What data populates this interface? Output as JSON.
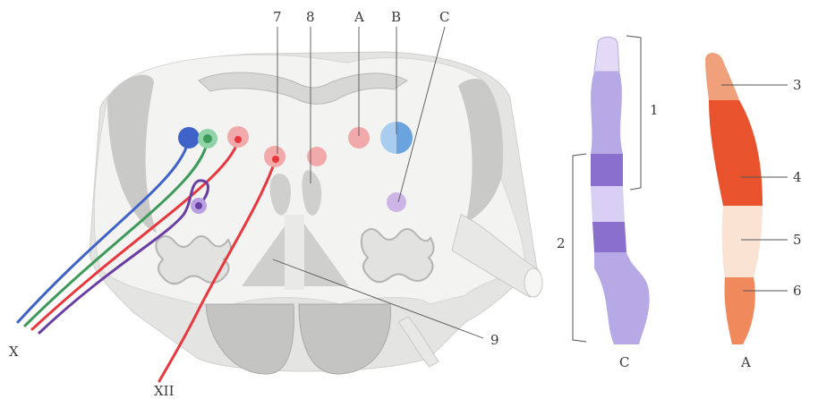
{
  "labels": {
    "n7": "7",
    "n8": "8",
    "a_top": "A",
    "b_top": "B",
    "c_top": "C",
    "n1": "1",
    "n2": "2",
    "n3": "3",
    "n4": "4",
    "n5": "5",
    "n6": "6",
    "n9": "9",
    "x": "X",
    "xii": "XII",
    "c_bottom": "C",
    "a_bottom": "A"
  },
  "colors": {
    "section_fill": "#f3f3f2",
    "grey_matter": "#c9c9c8",
    "cut_face": "#bdbdbc",
    "nucleus_blue": "#3f63c9",
    "nucleus_green": "#3e9a5a",
    "nucleus_red": "#e8383d",
    "nucleus_purple": "#6a3fa3",
    "nucleus_pink": "#f2a9a9",
    "nucleus_light_blue": "#a9cdef",
    "nucleus_lavender": "#cdb4e6",
    "column_c_light": "#b7a8e6",
    "column_c_dark": "#8a6fcd",
    "column_c_pale": "#e3dbf5",
    "column_a_salmon": "#f0a07a",
    "column_a_red": "#e8532e",
    "column_a_peach": "#fbe3d4",
    "column_a_orange": "#f08a5c"
  }
}
